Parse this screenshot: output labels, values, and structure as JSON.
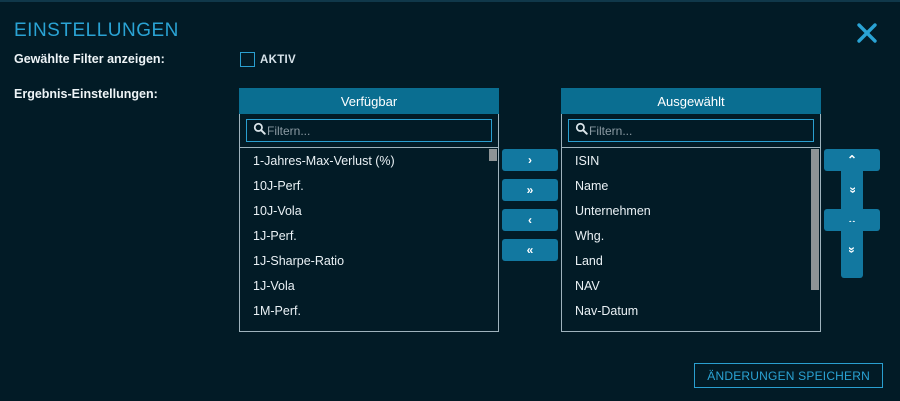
{
  "header": {
    "title": "EINSTELLUNGEN",
    "close_icon": "close-icon"
  },
  "fields": {
    "show_selected_filters_label": "Gewählte Filter anzeigen:",
    "result_settings_label": "Ergebnis-Einstellungen:",
    "active_checkbox_label": "AKTIV",
    "active_checkbox_checked": false
  },
  "available_panel": {
    "title": "Verfügbar",
    "filter_placeholder": "Filtern...",
    "filter_value": "",
    "search_icon": "search-icon",
    "items": [
      "1-Jahres-Max-Verlust (%)",
      "10J-Perf.",
      "10J-Vola",
      "1J-Perf.",
      "1J-Sharpe-Ratio",
      "1J-Vola",
      "1M-Perf."
    ]
  },
  "selected_panel": {
    "title": "Ausgewählt",
    "filter_placeholder": "Filtern...",
    "filter_value": "",
    "search_icon": "search-icon",
    "items": [
      "ISIN",
      "Name",
      "Unternehmen",
      "Whg.",
      "Land",
      "NAV",
      "Nav-Datum"
    ]
  },
  "transfer_buttons": [
    {
      "name": "move-right-button",
      "glyph": "›"
    },
    {
      "name": "move-all-right-button",
      "glyph": "»"
    },
    {
      "name": "move-left-button",
      "glyph": "‹"
    },
    {
      "name": "move-all-left-button",
      "glyph": "«"
    }
  ],
  "order_buttons": [
    {
      "name": "move-up-button",
      "glyph": "⌃"
    },
    {
      "name": "move-top-button",
      "glyph": "«"
    },
    {
      "name": "move-down-button",
      "glyph": "⌄"
    },
    {
      "name": "move-bottom-button",
      "glyph": "»"
    }
  ],
  "footer": {
    "save_label": "ÄNDERUNGEN SPEICHERN"
  },
  "colors": {
    "background": "#021b26",
    "accent": "#2aa3d4",
    "panel_header": "#0a6e91",
    "button": "#1278a0",
    "text": "#eaf1f5",
    "border": "#9fb3bd"
  }
}
